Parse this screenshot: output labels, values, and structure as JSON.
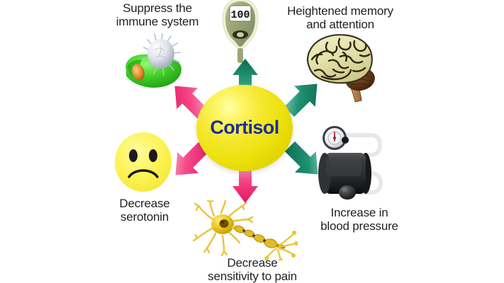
{
  "diagram": {
    "title": "Cortisol",
    "center": {
      "label": "Cortisol",
      "color": "#ece20d",
      "text_color": "#1d2f8e"
    },
    "colors": {
      "arrow_increase": "#18886a",
      "arrow_decrease": "#f2296a",
      "background": "#ffffff",
      "label_text": "#231f20"
    },
    "effects": [
      {
        "id": "suppress-immune-system",
        "label": "Suppress the\nimmune system",
        "direction": "up-left",
        "arrow": "decrease",
        "arrow_color": "#f2296a",
        "icon": "immune-cell-icon"
      },
      {
        "id": "blood-glucose",
        "label": "",
        "direction": "up",
        "arrow": "increase",
        "arrow_color": "#18886a",
        "icon": "glucometer-icon",
        "icon_value": "100"
      },
      {
        "id": "heightened-memory-and-attention",
        "label": "Heightened memory\nand attention",
        "direction": "up-right",
        "arrow": "increase",
        "arrow_color": "#18886a",
        "icon": "brain-icon"
      },
      {
        "id": "increase-in-blood-pressure",
        "label": "Increase in\nblood pressure",
        "direction": "down-right",
        "arrow": "increase",
        "arrow_color": "#18886a",
        "icon": "blood-pressure-monitor-icon"
      },
      {
        "id": "decrease-sensitivity-to-pain",
        "label": "Decrease\nsensitivity to pain",
        "direction": "down",
        "arrow": "decrease",
        "arrow_color": "#f2296a",
        "icon": "neuron-icon"
      },
      {
        "id": "decrease-serotonin",
        "label": "Decrease\nserotonin",
        "direction": "down-left",
        "arrow": "decrease",
        "arrow_color": "#f2296a",
        "icon": "sad-face-icon"
      }
    ]
  }
}
